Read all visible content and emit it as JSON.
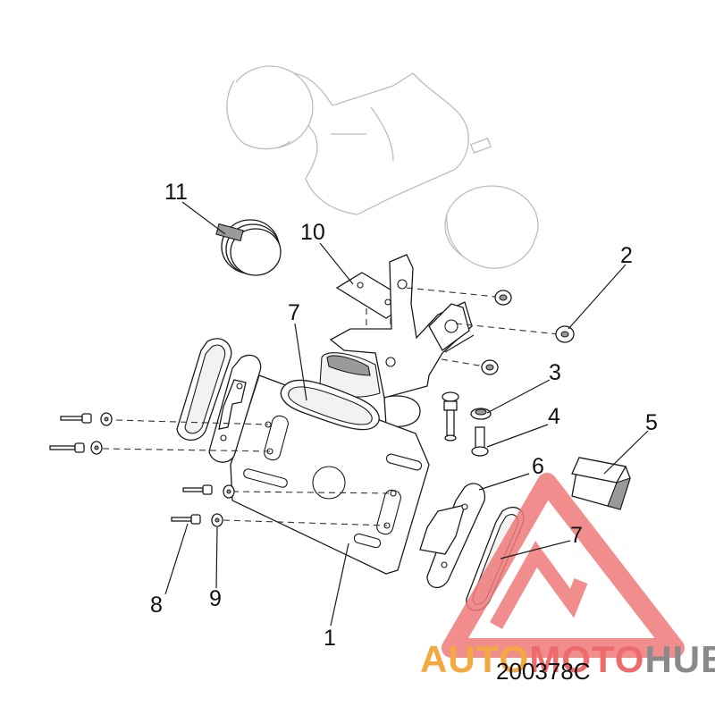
{
  "figure_number": "200378C",
  "callouts": [
    "1",
    "2",
    "3",
    "4",
    "5",
    "6",
    "7",
    "7",
    "8",
    "9",
    "10",
    "11"
  ],
  "watermark": {
    "text_part1": "AUTO",
    "text_part2": "MOTO",
    "text_part3": "HUB",
    "colors": {
      "auto": "#f4a940",
      "moto": "#ef6b6b",
      "hub": "#8a8a8a",
      "triangle": "#f07a7a"
    }
  }
}
